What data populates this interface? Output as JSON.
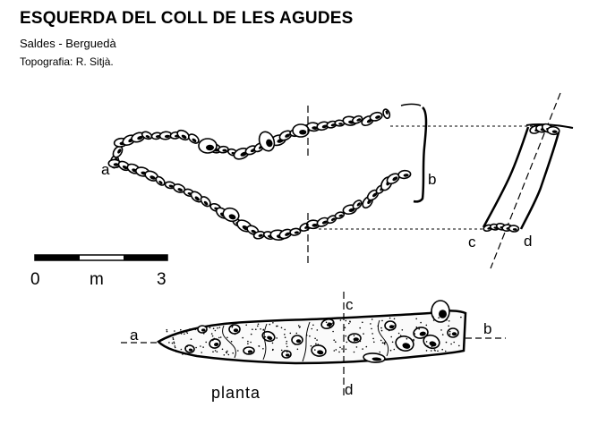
{
  "header": {
    "title": "ESQUERDA DEL COLL DE LES AGUDES",
    "location": "Saldes - Berguedà",
    "credit": "Topografia: R. Sitjà."
  },
  "scale_bar": {
    "start_label": "0",
    "unit_label": "m",
    "end_label": "3"
  },
  "profile_labels": {
    "a": "a",
    "b": "b"
  },
  "section_labels": {
    "c": "c",
    "d": "d"
  },
  "plan": {
    "label_a": "a",
    "label_b": "b",
    "label_c": "c",
    "label_d": "d",
    "caption": "planta"
  }
}
